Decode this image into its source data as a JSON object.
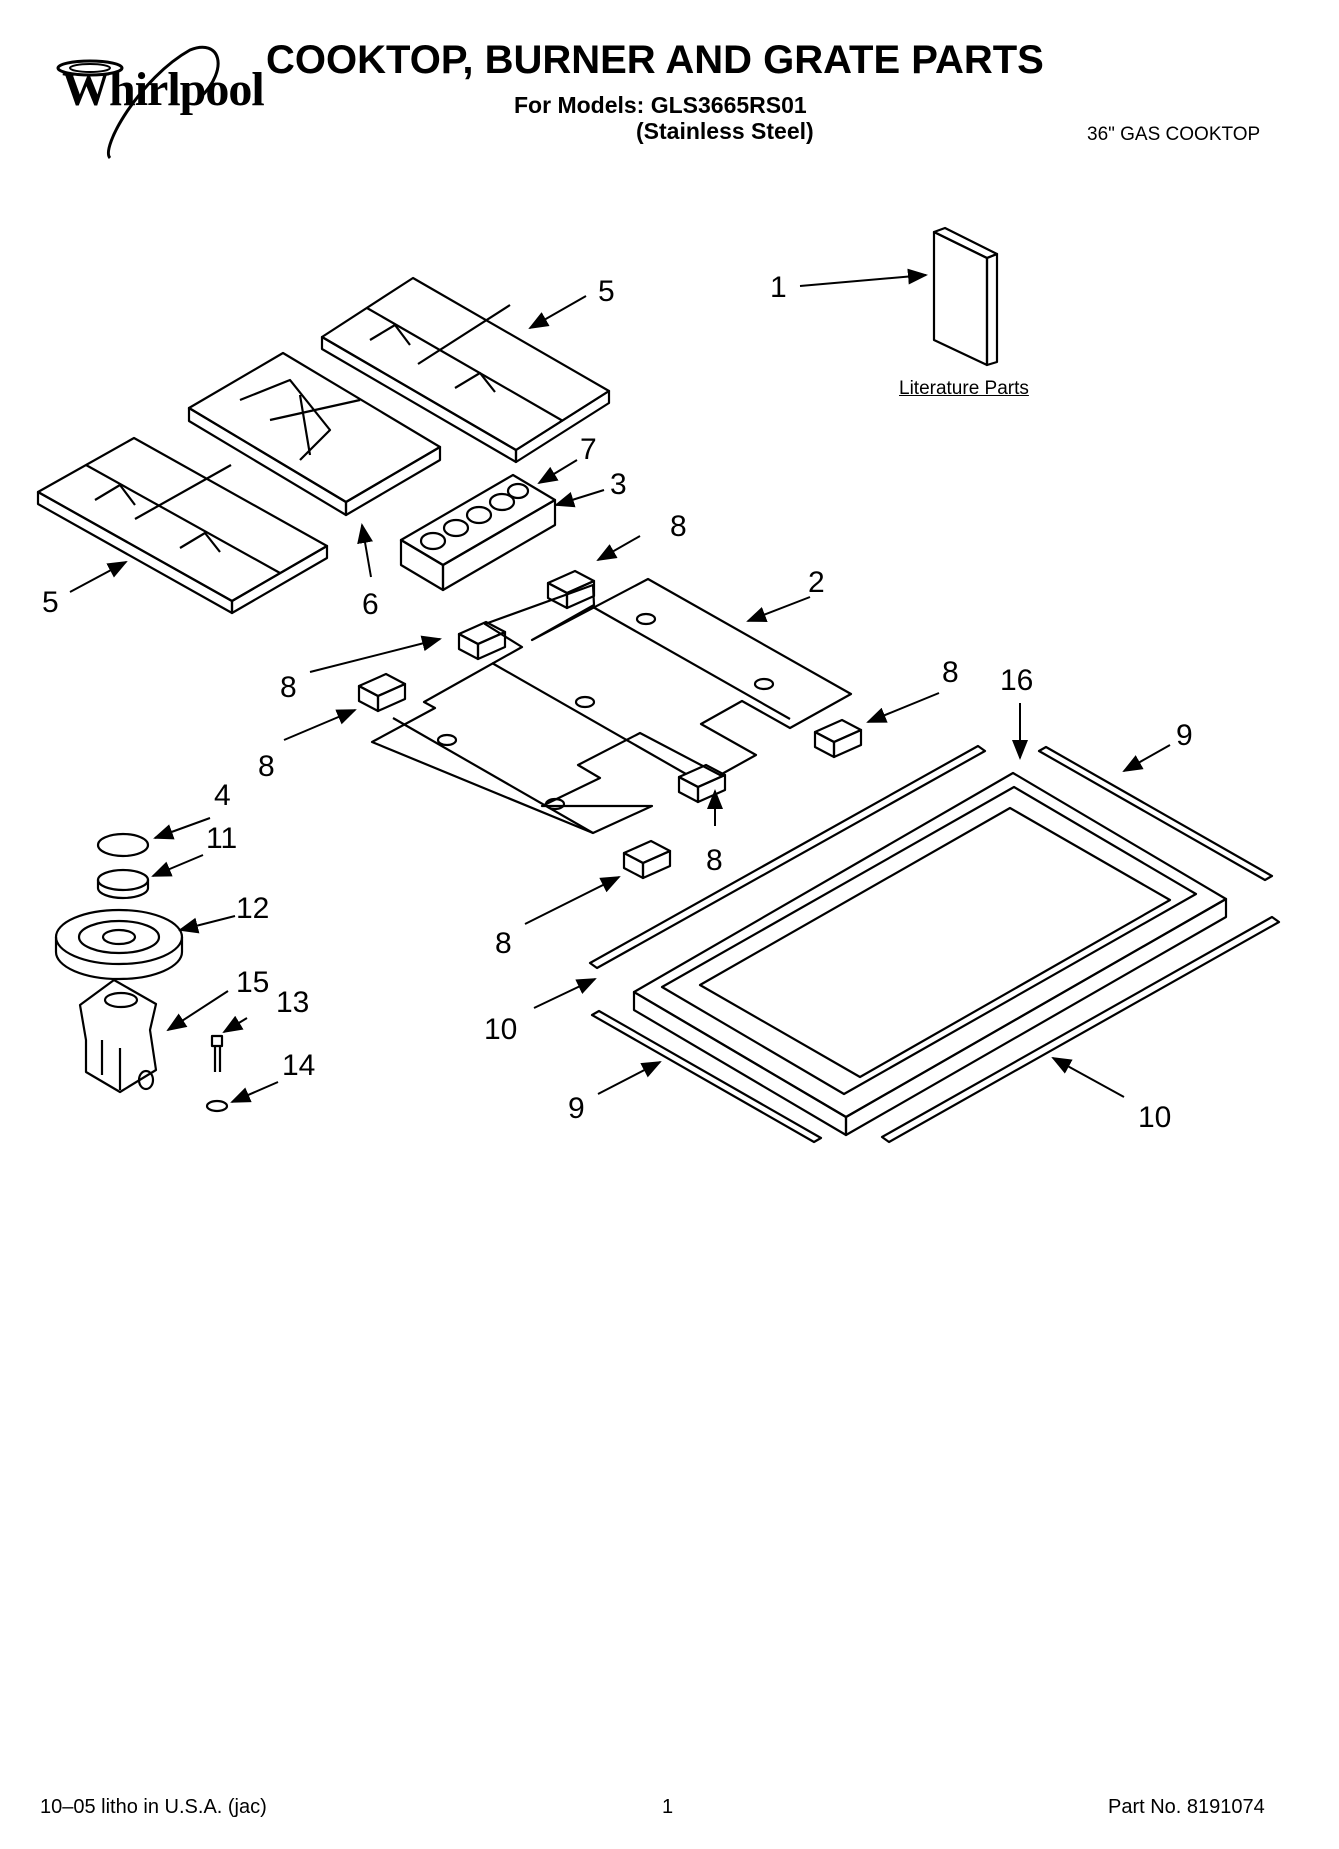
{
  "header": {
    "brand": "Whirlpool",
    "title": "COOKTOP, BURNER AND GRATE PARTS",
    "models_line": "For Models: GLS3665RS01",
    "finish_line": "(Stainless Steel)",
    "product_type": "36\" GAS COOKTOP"
  },
  "diagram": {
    "literature_label": "Literature Parts",
    "callouts": {
      "c1": "1",
      "c2": "2",
      "c3": "3",
      "c4": "4",
      "c5a": "5",
      "c5b": "5",
      "c6": "6",
      "c7": "7",
      "c8a": "8",
      "c8b": "8",
      "c8c": "8",
      "c8d": "8",
      "c8e": "8",
      "c8f": "8",
      "c9a": "9",
      "c9b": "9",
      "c10a": "10",
      "c10b": "10",
      "c11": "11",
      "c12": "12",
      "c13": "13",
      "c14": "14",
      "c15": "15",
      "c16": "16"
    }
  },
  "footer": {
    "litho": "10–05 litho in U.S.A. (jac)",
    "page": "1",
    "part_no": "Part No. 8191074"
  }
}
